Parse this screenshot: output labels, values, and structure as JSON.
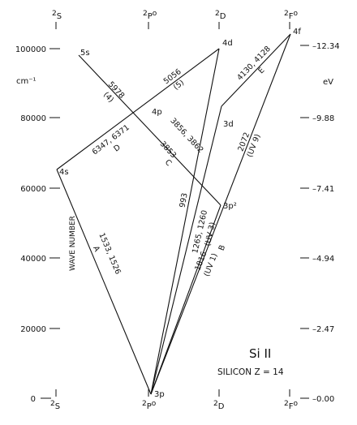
{
  "diagram": {
    "element_symbol": "Si",
    "ion_numeral": "II",
    "element_name": "SILICON",
    "atomic_number_text": "Z = 14",
    "left_unit": "cm⁻¹",
    "right_unit": "eV",
    "y_axis_label": "WAVE NUMBER",
    "terms": [
      {
        "sup": "2",
        "letter": "S",
        "deg": ""
      },
      {
        "sup": "2",
        "letter": "P",
        "deg": "o"
      },
      {
        "sup": "2",
        "letter": "D",
        "deg": ""
      },
      {
        "sup": "2",
        "letter": "F",
        "deg": "o"
      }
    ],
    "wavenumber_ticks": [
      "100000",
      "80000",
      "60000",
      "40000",
      "20000",
      "0"
    ],
    "ev_ticks": [
      "12.34",
      "9.88",
      "7.41",
      "4.94",
      "2.47",
      "0.00"
    ],
    "levels": [
      "5s",
      "4d",
      "4f",
      "4p",
      "3d",
      "4s",
      "3p²",
      "3p"
    ],
    "transitions": [
      {
        "text": "5978",
        "sub": "(4)"
      },
      {
        "text": "5056",
        "sub": "(5)"
      },
      {
        "text": "6347, 6371",
        "sub": "D"
      },
      {
        "text": "3856, 3862",
        "sub": ""
      },
      {
        "text": "3853",
        "sub": "C"
      },
      {
        "text": "4130, 4128",
        "sub": "E"
      },
      {
        "text": "2072",
        "sub": "(UV 9)"
      },
      {
        "text": "1533, 1526",
        "sub": "A"
      },
      {
        "text": "993",
        "sub": ""
      },
      {
        "text": "1265, 1260",
        "sub": "(UV 3)"
      },
      {
        "text": "1816",
        "sub": "B"
      },
      {
        "text": "",
        "sub": "(UV 1)"
      }
    ]
  }
}
